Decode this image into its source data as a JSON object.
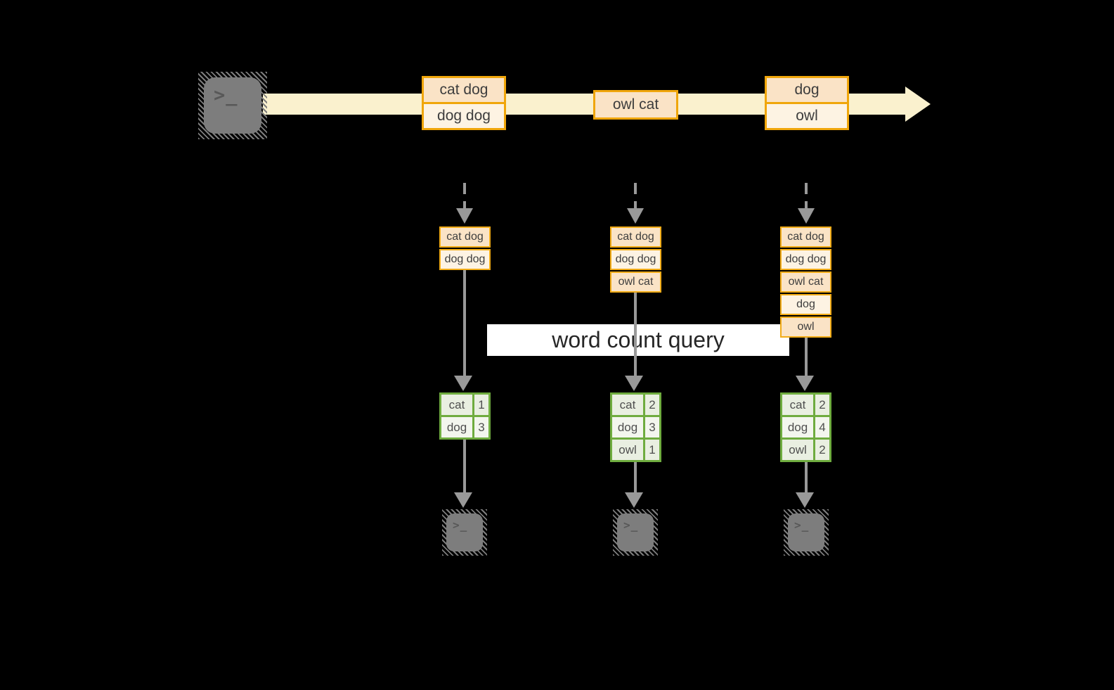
{
  "banner": {
    "label": "word count query"
  },
  "icons": {
    "terminal_glyph": ">_"
  },
  "stream": {
    "events": [
      {
        "rows": [
          "cat dog",
          "dog dog"
        ]
      },
      {
        "rows": [
          "owl cat"
        ]
      },
      {
        "rows": [
          "dog",
          "owl"
        ]
      }
    ]
  },
  "columns": [
    {
      "buffer": [
        "cat dog",
        "dog dog"
      ],
      "counts": [
        {
          "word": "cat",
          "count": "1"
        },
        {
          "word": "dog",
          "count": "3"
        }
      ]
    },
    {
      "buffer": [
        "cat dog",
        "dog dog",
        "owl cat"
      ],
      "counts": [
        {
          "word": "cat",
          "count": "2"
        },
        {
          "word": "dog",
          "count": "3"
        },
        {
          "word": "owl",
          "count": "1"
        }
      ]
    },
    {
      "buffer": [
        "cat dog",
        "dog dog",
        "owl cat",
        "dog",
        "owl"
      ],
      "counts": [
        {
          "word": "cat",
          "count": "2"
        },
        {
          "word": "dog",
          "count": "4"
        },
        {
          "word": "owl",
          "count": "2"
        }
      ]
    }
  ],
  "colors": {
    "background": "#000000",
    "stream_band": "#FAF1CE",
    "box_border": "#F0A60B",
    "cell_peach": "#FAE3C6",
    "cell_cream": "#FDF3E3",
    "table_border": "#6FAC3F",
    "table_cell_sage": "#E9EFE1",
    "table_cell_light": "#F3F6EE",
    "arrow_gray": "#999999",
    "terminal_gray": "#7D7D7D"
  }
}
